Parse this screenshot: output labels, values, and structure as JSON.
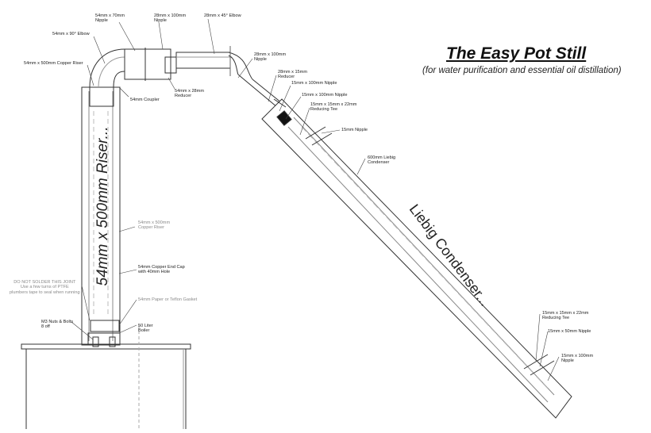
{
  "title": "The Easy Pot Still",
  "subtitle": "(for water purification and essential oil distillation)",
  "riser_text": "54mm x 500mm Riser...",
  "condenser_text": "Liebig Condenser...",
  "labels": {
    "nipple_54x70": "54mm x 70mm\nNipple",
    "nipple_28x100_top": "28mm x 100mm\nNipple",
    "elbow_28x45": "28mm x 45° Elbow",
    "elbow_54x90": "54mm x 90° Elbow",
    "copper_riser_54x500": "54mm x 500mm Copper Riser",
    "coupler_54": "54mm Coupler",
    "reducer_54x28": "54mm x 28mm\nReducer",
    "nipple_28x100_angled": "28mm x 100mm\nNipple",
    "reducer_28x15": "28mm x 15mm\nReducer",
    "nipple_15x100_a": "15mm x 100mm Nipple",
    "nipple_15x100_b": "15mm x 100mm Nipple",
    "tee_15x15x22_top": "15mm x 15mm x 22mm\nReducing Tee",
    "nipple_15": "15mm Nipple",
    "liebig_600": "600mm Liebig\nCondenser",
    "copper_riser_grey": "54mm x 500mm\nCopper Riser",
    "end_cap": "54mm Copper End Cap\nwith 40mm Hole",
    "gasket": "54mm Paper or Teflon Gasket",
    "no_solder": "DO NOT SOLDER THIS JOINT\nUse a few turns of PTFE\nplumbers tape to seal when running",
    "bolts": "M3 Nuts & Bolts\n8 off",
    "boiler": "50 Liter\nBoiler",
    "tee_15x15x22_bottom": "15mm x 15mm x 22mm\nReducing Tee",
    "nipple_15x50": "15mm x 50mm Nipple",
    "nipple_15x100_bottom": "15mm x 100mm\nNipple"
  }
}
